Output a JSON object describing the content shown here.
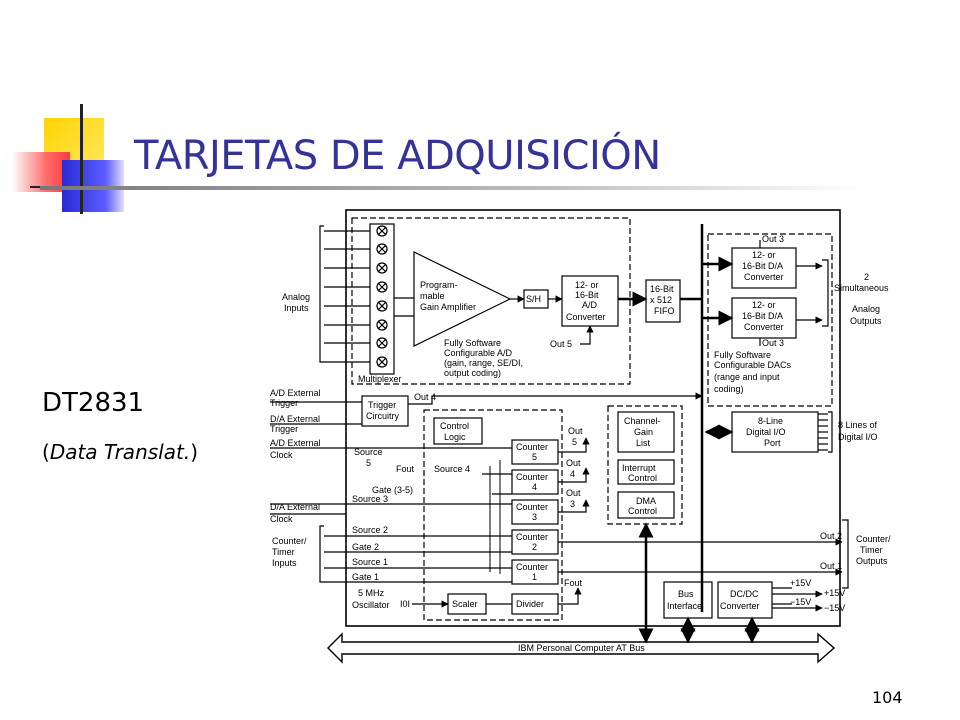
{
  "slide": {
    "title": "TARJETAS DE ADQUISICIÓN",
    "model": "DT2831",
    "maker_prefix": "(",
    "maker": "Data Translat.",
    "maker_suffix": ")",
    "page_number": "104",
    "accent_color": "#333399"
  },
  "diagram": {
    "left_inputs": {
      "analog_inputs": [
        "Analog",
        "Inputs"
      ],
      "ad_trigger": [
        "A/D External",
        "Trigger"
      ],
      "da_trigger": [
        "D/A External",
        "Trigger"
      ],
      "ad_clock": [
        "A/D External",
        "Clock"
      ],
      "da_clock": [
        "D/A External",
        "Clock"
      ],
      "counter_timer": [
        "Counter/",
        "Timer",
        "Inputs"
      ]
    },
    "blocks": {
      "multiplexer": "Multiplexer",
      "pga": [
        "Program-",
        "mable",
        "Gain Amplifier"
      ],
      "sh": "S/H",
      "adc": [
        "12- or",
        "16-Bit",
        "A/D",
        "Converter"
      ],
      "fifo": [
        "16-Bit",
        "x 512",
        "FIFO"
      ],
      "dac1": [
        "12- or",
        "16-Bit D/A",
        "Converter"
      ],
      "dac2": [
        "12- or",
        "16-Bit D/A",
        "Converter"
      ],
      "trigger": [
        "Trigger",
        "Circuitry"
      ],
      "control": [
        "Control",
        "Logic"
      ],
      "counters": [
        [
          "Counter",
          "5"
        ],
        [
          "Counter",
          "4"
        ],
        [
          "Counter",
          "3"
        ],
        [
          "Counter",
          "2"
        ],
        [
          "Counter",
          "1"
        ]
      ],
      "scaler": "Scaler",
      "divider": "Divider",
      "cgl": [
        "Channel-",
        "Gain",
        "List"
      ],
      "interrupt": [
        "Interrupt",
        "Control"
      ],
      "dma": [
        "DMA",
        "Control"
      ],
      "digital_io": [
        "8-Line",
        "Digital I/O",
        "Port"
      ],
      "bus_interface": [
        "Bus",
        "Interface"
      ],
      "dcdc": [
        "DC/DC",
        "Converter"
      ]
    },
    "notes": {
      "ad_config": [
        "Fully Software",
        "Configurable A/D",
        "(gain, range, SE/DI,",
        "output coding)"
      ],
      "dac_config": [
        "Fully Software",
        "Configurable DACs",
        "(range and input",
        "coding)"
      ]
    },
    "signals": {
      "out3_top": "Out 3",
      "out3_mid": "Out 3",
      "out5_adc": "Out 5",
      "out4": "Out 4",
      "source5": [
        "Source",
        "5"
      ],
      "fout": "Fout",
      "source4": "Source 4",
      "gate35": "Gate (3-5)",
      "source3": "Source 3",
      "source2": "Source 2",
      "gate2": "Gate 2",
      "source1": "Source 1",
      "gate1": "Gate 1",
      "osc": [
        "5 MHz",
        "Oscillator"
      ],
      "fout_div": "Fout",
      "cnt_out5": [
        "Out",
        "5"
      ],
      "cnt_out4": [
        "Out",
        "4"
      ],
      "cnt_out3": [
        "Out",
        "3"
      ],
      "out2": "Out 2",
      "out1": "Out 1",
      "p15_int": "+15V",
      "m15_int": "−15V",
      "p15": "+15V",
      "m15": "−15V"
    },
    "right_outputs": {
      "analog_outputs": [
        "2",
        "Simultaneous",
        "Analog",
        "Outputs"
      ],
      "digital_lines": [
        "8 Lines of",
        "Digital I/O"
      ],
      "counter_timer_outputs": [
        "Counter/",
        "Timer",
        "Outputs"
      ]
    },
    "bus": "IBM Personal Computer AT Bus"
  }
}
